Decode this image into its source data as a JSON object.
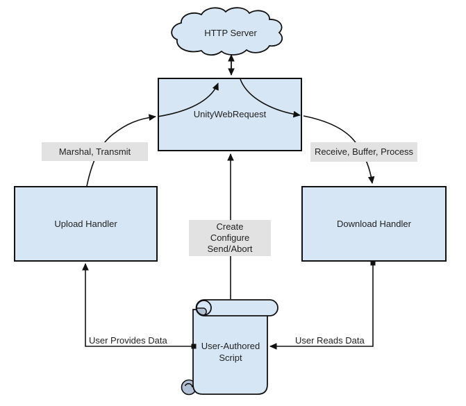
{
  "diagram": {
    "nodes": {
      "http_server": "HTTP Server",
      "unity_web_request": "UnityWebRequest",
      "upload_handler": "Upload Handler",
      "download_handler": "Download Handler",
      "user_authored_script": "User-Authored Script"
    },
    "edge_labels": {
      "marshal_transmit": "Marshal, Transmit",
      "receive_buffer_process": "Receive, Buffer, Process",
      "create_lines": [
        "Create",
        "Configure",
        "Send/Abort"
      ],
      "user_provides_data": "User Provides Data",
      "user_reads_data": "User Reads Data"
    },
    "colors": {
      "node_fill": "#d7e6f4",
      "node_border": "#111111",
      "label_bg": "#e2e2e2",
      "scroll_roll_fill": "#b1c1d3",
      "connector": "#111111",
      "text": "#1f1f1f",
      "background": "#ffffff"
    }
  }
}
